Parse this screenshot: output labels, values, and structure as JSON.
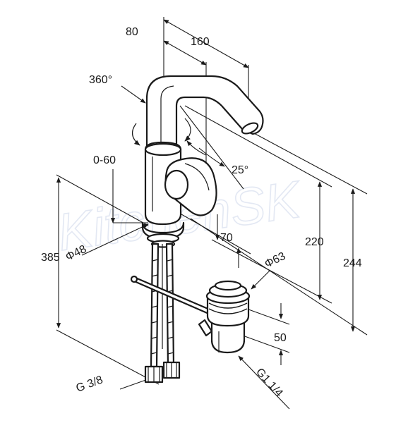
{
  "watermark": "KitchenSK",
  "dimensions": {
    "d80": "80",
    "d160": "160",
    "rotation": "360°",
    "lever_range": "0-60",
    "angle": "25°",
    "d70": "70",
    "d220": "220",
    "d244": "244",
    "d385": "385",
    "base_dia": "Φ48",
    "waste_dia": "Φ63",
    "d50": "50",
    "hose_thread": "G 3/8",
    "waste_thread": "G1 1/4"
  },
  "colors": {
    "line": "#1a1a1a",
    "watermark": "#e3e8f3",
    "background": "#ffffff"
  }
}
